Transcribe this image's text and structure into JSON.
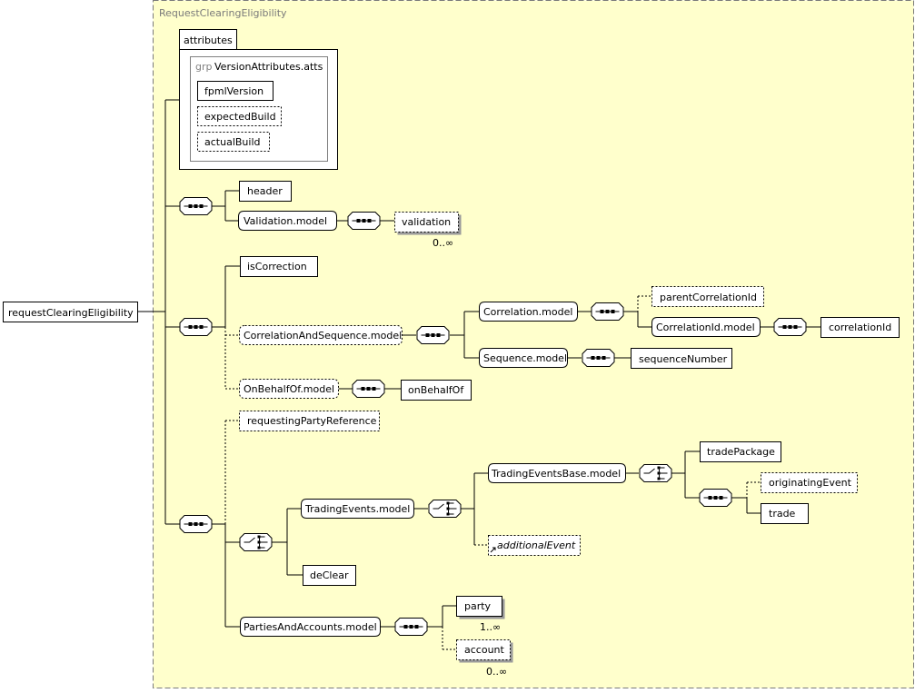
{
  "diagram": {
    "title": "RequestClearingEligibility",
    "root": "requestClearingEligibility",
    "attributes": {
      "tab": "attributes",
      "group_prefix": "grp",
      "group_name": "VersionAttributes.atts",
      "items": [
        "fpmlVersion",
        "expectedBuild",
        "actualBuild"
      ]
    },
    "nodes": {
      "header": "header",
      "validation_model": "Validation.model",
      "validation": "validation",
      "validation_card": "0..∞",
      "isCorrection": "isCorrection",
      "correlation_and_sequence": "CorrelationAndSequence.model",
      "correlation_model": "Correlation.model",
      "parent_correlation_id": "parentCorrelationId",
      "correlation_id_model": "CorrelationId.model",
      "correlation_id": "correlationId",
      "sequence_model": "Sequence.model",
      "sequence_number": "sequenceNumber",
      "on_behalf_of_model": "OnBehalfOf.model",
      "on_behalf_of": "onBehalfOf",
      "requesting_party_reference": "requestingPartyReference",
      "trading_events_model": "TradingEvents.model",
      "trading_events_base_model": "TradingEventsBase.model",
      "trade_package": "tradePackage",
      "originating_event": "originatingEvent",
      "trade": "trade",
      "additional_event": "additionalEvent",
      "de_clear": "deClear",
      "parties_and_accounts_model": "PartiesAndAccounts.model",
      "party": "party",
      "party_card": "1..∞",
      "account": "account",
      "account_card": "0..∞"
    }
  }
}
